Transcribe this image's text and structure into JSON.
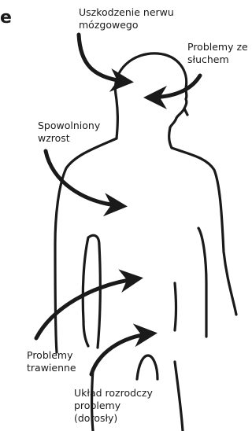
{
  "corner_text": "e",
  "labels": {
    "nerve": [
      "Uszkodzenie nerwu",
      "mózgowego"
    ],
    "hearing": [
      "Problemy ze",
      "słuchem"
    ],
    "growth": [
      "Spowolniony",
      "wzrost"
    ],
    "digestive": [
      "Problemy",
      "trawienne"
    ],
    "reproductive": [
      "Układ rozrodczy",
      "problemy",
      "(dorosły)"
    ]
  },
  "colors": {
    "ink": "#1a1a1a",
    "background": "#ffffff"
  }
}
